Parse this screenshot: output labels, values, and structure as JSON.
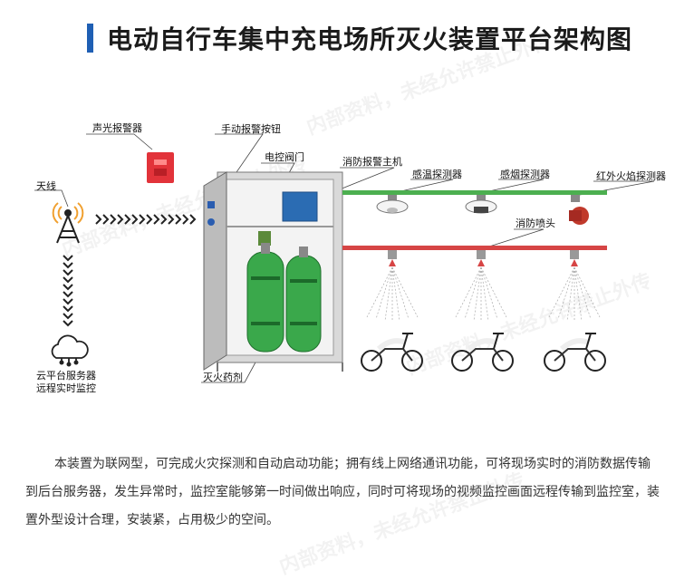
{
  "title": "电动自行车集中充电场所灭火装置平台架构图",
  "labels": {
    "alarm": "声光报警器",
    "antenna": "天线",
    "manual_button": "手动报警按钮",
    "valve": "电控阀门",
    "host": "消防报警主机",
    "temp_detector": "感温探测器",
    "smoke_detector": "感烟探测器",
    "ir_detector": "红外火焰探测器",
    "sprinkler": "消防喷头",
    "agent": "灭火药剂",
    "cloud_line1": "云平台服务器",
    "cloud_line2": "远程实时监控"
  },
  "description": "本装置为联网型，可完成火灾探测和自动启动功能；拥有线上网络通讯功能，可将现场实时的消防数据传输到后台服务器，发生异常时，监控室能够第一时间做出响应，同时可将现场的视频监控画面远程传输到监控室，装置外型设计合理，安装紧，占用极少的空间。",
  "watermark": "内部资料，未经允许禁止外传",
  "colors": {
    "title_accent": "#1f5fb4",
    "detector_line": "#4caf50",
    "sprinkler_line": "#d64545",
    "cylinder": "#3aa84b"
  }
}
